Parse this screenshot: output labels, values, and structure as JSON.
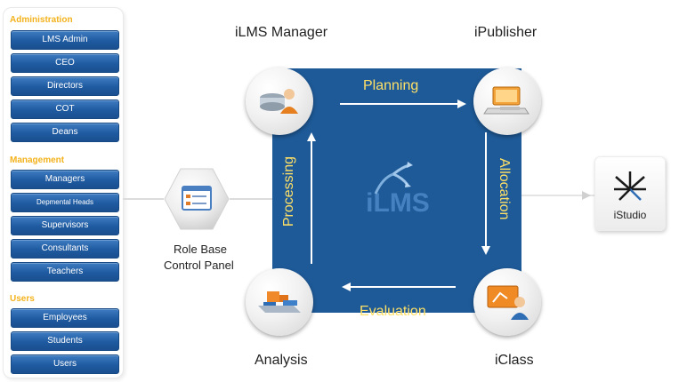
{
  "sidebar": {
    "groups": [
      {
        "title": "Administration",
        "items": [
          "LMS Admin",
          "CEO",
          "Directors",
          "COT",
          "Deans"
        ]
      },
      {
        "title": "Management",
        "items": [
          "Managers",
          "Depmental Heads",
          "Supervisors",
          "Consultants",
          "Teachers"
        ]
      },
      {
        "title": "Users",
        "items": [
          "Employees",
          "Students",
          "Users"
        ]
      }
    ]
  },
  "control_panel": {
    "line1": "Role Base",
    "line2": "Control Panel"
  },
  "nodes": {
    "ilms_manager": "iLMS Manager",
    "ipublisher": "iPublisher",
    "iclass": "iClass",
    "analysis": "Analysis",
    "istudio": "iStudio"
  },
  "flows": {
    "planning": "Planning",
    "allocation": "Allocation",
    "evaluation": "Evaluation",
    "processing": "Processing"
  },
  "center_logo": "iLMS",
  "colors": {
    "square": "#1e5a98",
    "flow_label": "#ffe066",
    "group_title": "#f3b21b",
    "button": "#1f5aa0"
  }
}
